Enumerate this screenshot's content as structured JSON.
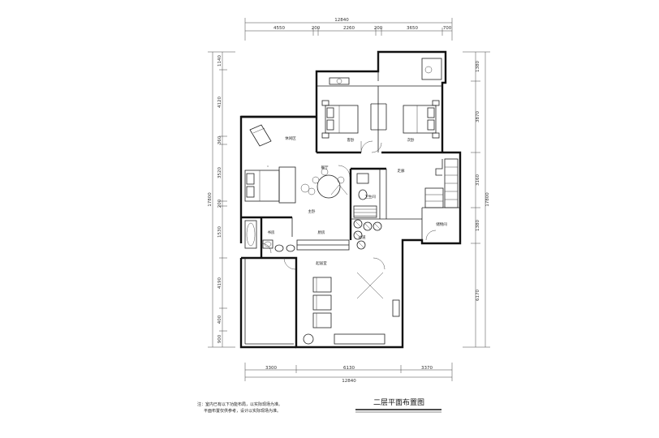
{
  "title": "二层平面布置图",
  "notes": [
    "注：室内已有以下功能布局，以实际现场为准。",
    "平面布置仅供参考，设计以实际现场为准。"
  ],
  "dimensions": {
    "top_total": "12840",
    "top_segments": [
      "4550",
      "200",
      "2260",
      "200",
      "3650",
      "700"
    ],
    "bottom_total": "12840",
    "bottom_segments": [
      "3300",
      "6130",
      "3370"
    ],
    "left_total": "17800",
    "left_segments": [
      "1140",
      "4120",
      "360",
      "3520",
      "200",
      "1530",
      "4190",
      "400",
      "900"
    ],
    "right_total": "17800",
    "right_segments": [
      "1380",
      "3870",
      "3160",
      "1380",
      "6170"
    ]
  },
  "rooms": {
    "dining": "餐厅",
    "lounge": "休闲区",
    "master_bedroom": "主卧",
    "bedroom": "客卧",
    "second_bedroom": "次卧",
    "corridor": "走廊",
    "bathroom": "卫生间",
    "hall": "过道",
    "study": "书房",
    "kitchen": "厨房",
    "living_room": "起居室",
    "storage": "储物间"
  }
}
